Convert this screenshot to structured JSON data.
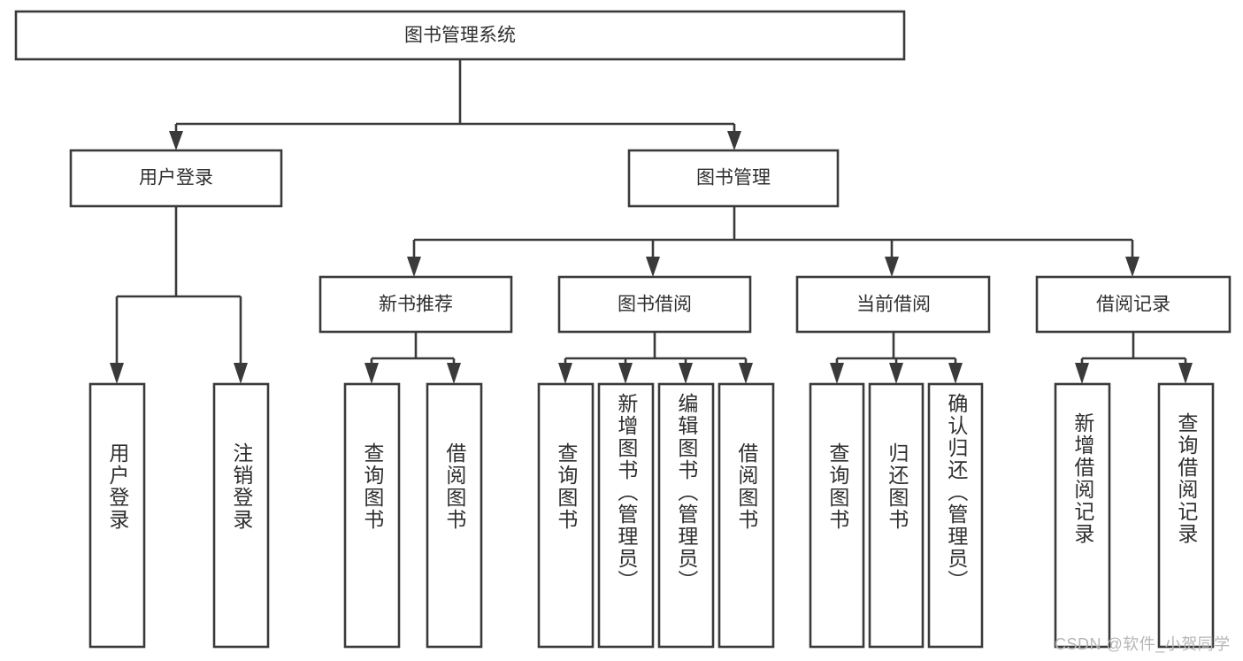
{
  "diagram": {
    "title": "图书管理系统",
    "type": "tree-hierarchy-diagram",
    "colors": {
      "background": "#ffffff",
      "box_fill": "#ffffff",
      "box_stroke": "#3a3a3a",
      "text": "#2f2f2f",
      "watermark": "#b6b6b6"
    },
    "root": {
      "label": "图书管理系统"
    },
    "level2": [
      {
        "label": "用户登录"
      },
      {
        "label": "图书管理"
      }
    ],
    "level3": [
      {
        "label": "新书推荐"
      },
      {
        "label": "图书借阅"
      },
      {
        "label": "当前借阅"
      },
      {
        "label": "借阅记录"
      }
    ],
    "leaves": {
      "user_login": [
        {
          "label": "用户登录"
        },
        {
          "label": "注销登录"
        }
      ],
      "new_book_recommend": [
        {
          "label": "查询图书"
        },
        {
          "label": "借阅图书"
        }
      ],
      "book_borrow": [
        {
          "label": "查询图书"
        },
        {
          "label": "新增图书（管理员）"
        },
        {
          "label": "编辑图书（管理员）"
        },
        {
          "label": "借阅图书"
        }
      ],
      "current_borrow": [
        {
          "label": "查询图书"
        },
        {
          "label": "归还图书"
        },
        {
          "label": "确认归还（管理员）"
        }
      ],
      "borrow_record": [
        {
          "label": "新增借阅记录"
        },
        {
          "label": "查询借阅记录"
        }
      ]
    }
  },
  "watermark": {
    "text": "CSDN @软件_小贺同学"
  }
}
